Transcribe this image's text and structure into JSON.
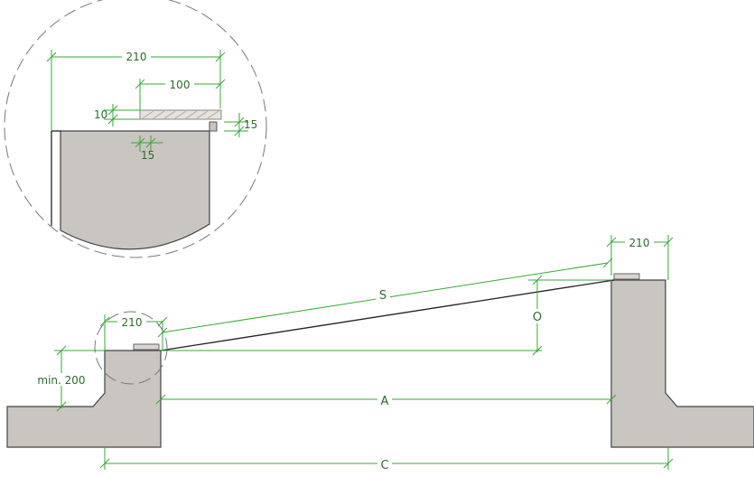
{
  "detail": {
    "dim_210": "210",
    "dim_100": "100",
    "dim_10": "10",
    "dim_15_right": "15",
    "dim_15_bottom": "15"
  },
  "main": {
    "dim_210_left": "210",
    "dim_210_right": "210",
    "min_200": "min. 200",
    "label_S": "S",
    "label_O": "O",
    "label_A": "A",
    "label_C": "C"
  },
  "colors": {
    "dimension": "#3aa53a",
    "dimension_text": "#2c6b2c",
    "concrete": "#c9c5c0",
    "outline": "#222222"
  }
}
